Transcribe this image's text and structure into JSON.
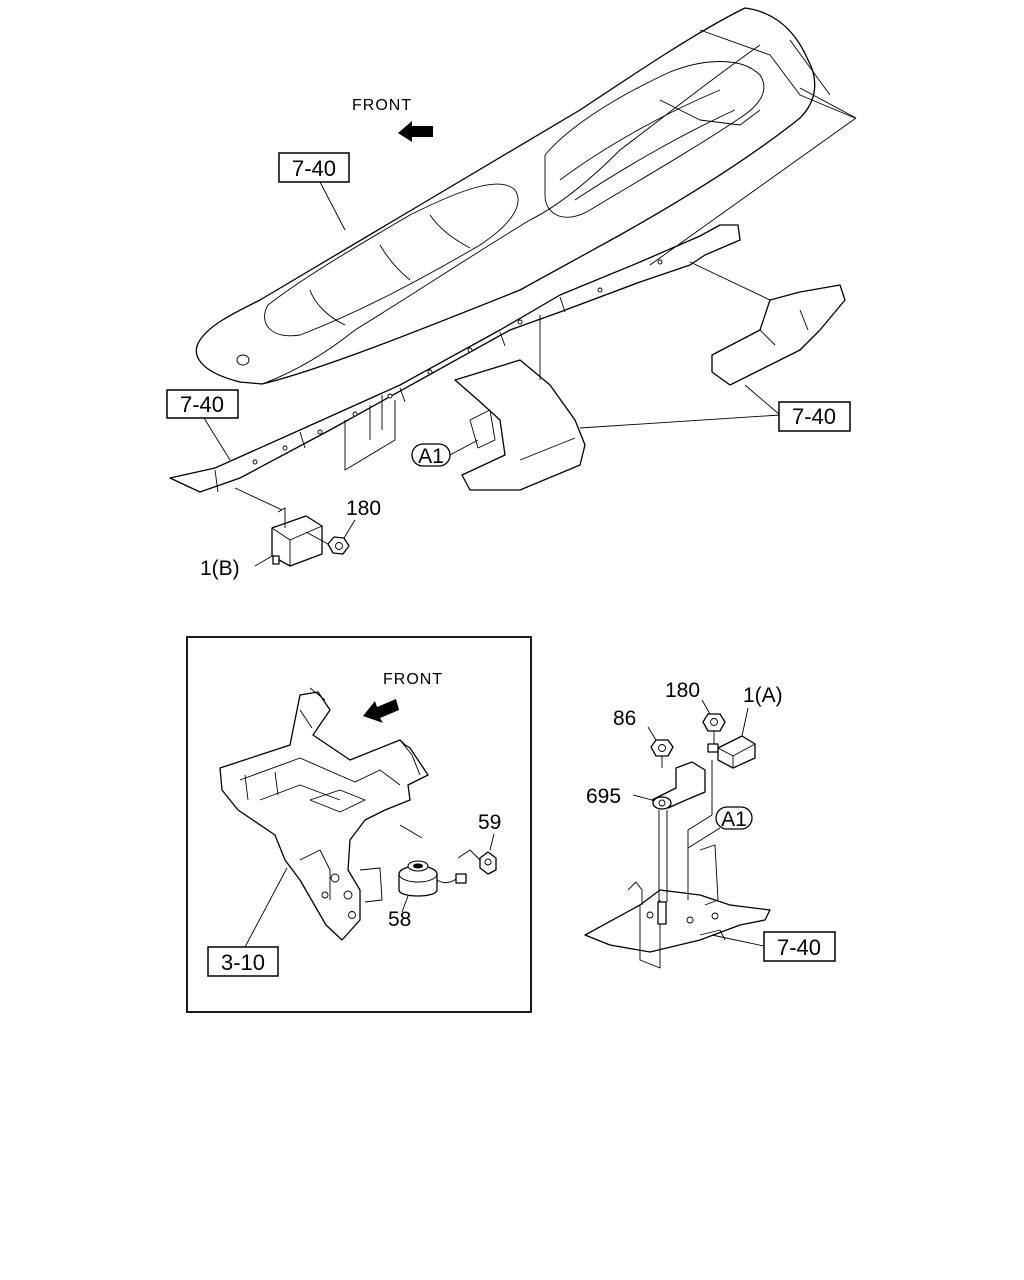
{
  "top_view": {
    "front_label": "FRONT",
    "refs": [
      "7-40",
      "7-40",
      "7-40"
    ],
    "parts": {
      "unit_b": "1(B)",
      "nut": "180",
      "detail_marker": "A1"
    }
  },
  "inset_view": {
    "front_label": "FRONT",
    "ref": "3-10",
    "parts": {
      "coil": "58",
      "switch": "59"
    }
  },
  "detail_view": {
    "ref": "7-40",
    "marker": "A1",
    "parts": {
      "nut_a": "180",
      "unit_a": "1(A)",
      "nut_b": "86",
      "bracket": "695"
    }
  }
}
